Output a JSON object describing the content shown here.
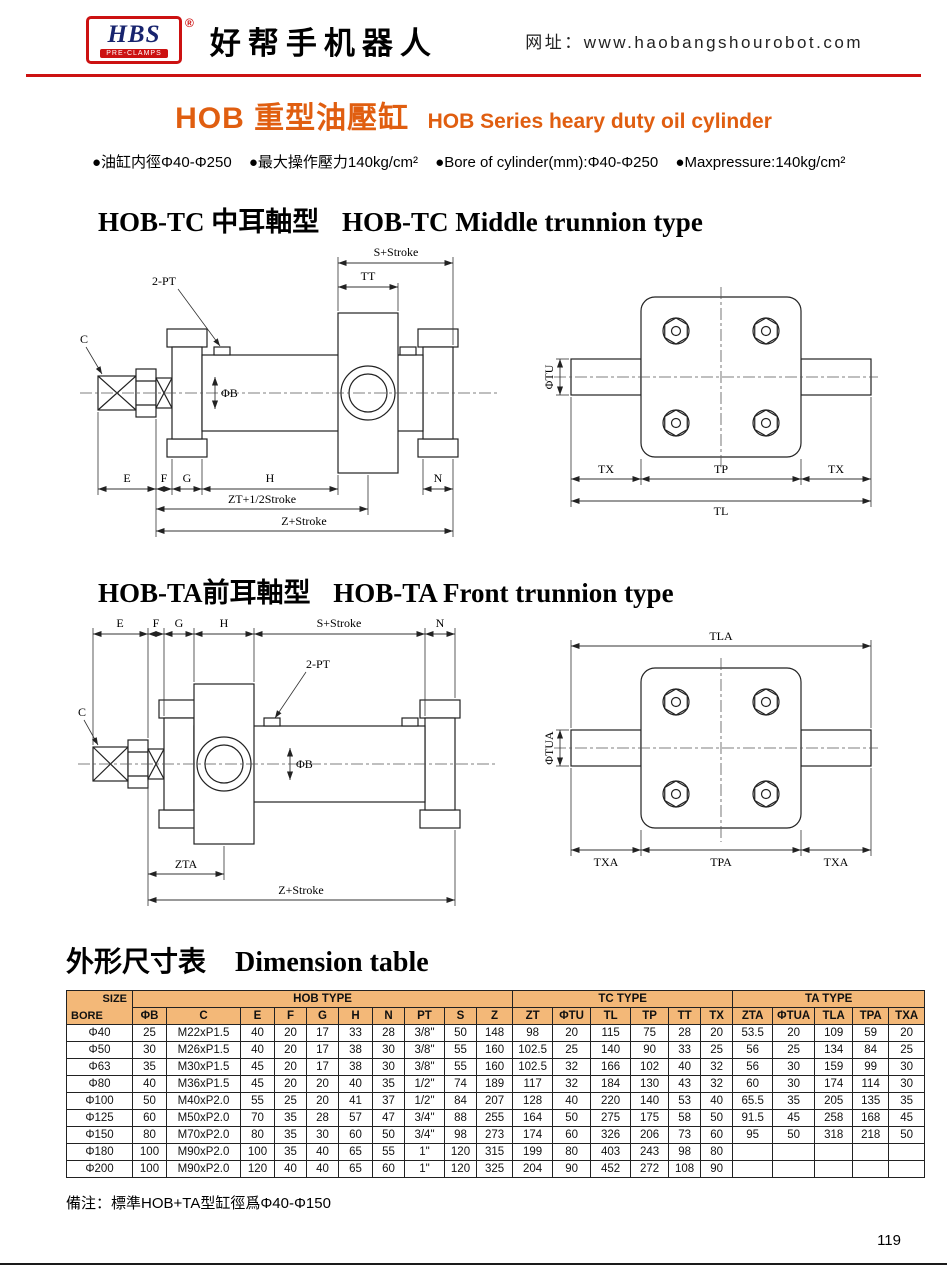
{
  "header": {
    "logo_text": "HBS",
    "logo_sub": "PRE-CLAMPS",
    "reg_mark": "®",
    "company": "好帮手机器人",
    "website": "网址：www.haobangshourobot.com"
  },
  "title": {
    "zh": "HOB 重型油壓缸",
    "en": "HOB Series heary duty oil cylinder"
  },
  "specs": [
    "●油缸内徑Φ40-Φ250",
    "●最大操作壓力140kg/cm²",
    "●Bore of cylinder(mm):Φ40-Φ250",
    "●Maxpressure:140kg/cm²"
  ],
  "sections": {
    "tc": {
      "heading_zh": "HOB-TC 中耳軸型",
      "heading_en": "HOB-TC Middle trunnion type",
      "side_labels": {
        "s_stroke": "S+Stroke",
        "tt": "TT",
        "pt": "2-PT",
        "c": "C",
        "phi_b": "ΦB",
        "e": "E",
        "f": "F",
        "g": "G",
        "h": "H",
        "n": "N",
        "zt": "ZT+1/2Stroke",
        "z": "Z+Stroke"
      },
      "end_labels": {
        "phi_tu": "ΦTU",
        "tx": "TX",
        "tp": "TP",
        "tl": "TL"
      }
    },
    "ta": {
      "heading_zh": "HOB-TA前耳軸型",
      "heading_en": "HOB-TA Front trunnion type",
      "side_labels": {
        "e": "E",
        "f": "F",
        "g": "G",
        "h": "H",
        "s_stroke": "S+Stroke",
        "n": "N",
        "pt": "2-PT",
        "c": "C",
        "phi_b": "ΦB",
        "zta": "ZTA",
        "z": "Z+Stroke"
      },
      "end_labels": {
        "tla": "TLA",
        "phi_tua": "ΦTUA",
        "txa": "TXA",
        "tpa": "TPA"
      }
    }
  },
  "table": {
    "title_zh": "外形尺寸表",
    "title_en": "Dimension table",
    "corner": {
      "top": "SIZE",
      "bottom": "BORE"
    },
    "groups": [
      {
        "label": "HOB TYPE",
        "span": 10
      },
      {
        "label": "TC TYPE",
        "span": 6
      },
      {
        "label": "TA TYPE",
        "span": 5
      }
    ],
    "columns": [
      "ΦB",
      "C",
      "E",
      "F",
      "G",
      "H",
      "N",
      "PT",
      "S",
      "Z",
      "ZT",
      "ΦTU",
      "TL",
      "TP",
      "TT",
      "TX",
      "ZTA",
      "ΦTUA",
      "TLA",
      "TPA",
      "TXA"
    ],
    "rows": [
      {
        "bore": "Φ40",
        "values": [
          "25",
          "M22xP1.5",
          "40",
          "20",
          "17",
          "33",
          "28",
          "3/8\"",
          "50",
          "148",
          "98",
          "20",
          "115",
          "75",
          "28",
          "20",
          "53.5",
          "20",
          "109",
          "59",
          "20"
        ]
      },
      {
        "bore": "Φ50",
        "values": [
          "30",
          "M26xP1.5",
          "40",
          "20",
          "17",
          "38",
          "30",
          "3/8\"",
          "55",
          "160",
          "102.5",
          "25",
          "140",
          "90",
          "33",
          "25",
          "56",
          "25",
          "134",
          "84",
          "25"
        ]
      },
      {
        "bore": "Φ63",
        "values": [
          "35",
          "M30xP1.5",
          "45",
          "20",
          "17",
          "38",
          "30",
          "3/8\"",
          "55",
          "160",
          "102.5",
          "32",
          "166",
          "102",
          "40",
          "32",
          "56",
          "30",
          "159",
          "99",
          "30"
        ]
      },
      {
        "bore": "Φ80",
        "values": [
          "40",
          "M36xP1.5",
          "45",
          "20",
          "20",
          "40",
          "35",
          "1/2\"",
          "74",
          "189",
          "117",
          "32",
          "184",
          "130",
          "43",
          "32",
          "60",
          "30",
          "174",
          "114",
          "30"
        ]
      },
      {
        "bore": "Φ100",
        "values": [
          "50",
          "M40xP2.0",
          "55",
          "25",
          "20",
          "41",
          "37",
          "1/2\"",
          "84",
          "207",
          "128",
          "40",
          "220",
          "140",
          "53",
          "40",
          "65.5",
          "35",
          "205",
          "135",
          "35"
        ]
      },
      {
        "bore": "Φ125",
        "values": [
          "60",
          "M50xP2.0",
          "70",
          "35",
          "28",
          "57",
          "47",
          "3/4\"",
          "88",
          "255",
          "164",
          "50",
          "275",
          "175",
          "58",
          "50",
          "91.5",
          "45",
          "258",
          "168",
          "45"
        ]
      },
      {
        "bore": "Φ150",
        "values": [
          "80",
          "M70xP2.0",
          "80",
          "35",
          "30",
          "60",
          "50",
          "3/4\"",
          "98",
          "273",
          "174",
          "60",
          "326",
          "206",
          "73",
          "60",
          "95",
          "50",
          "318",
          "218",
          "50"
        ]
      },
      {
        "bore": "Φ180",
        "values": [
          "100",
          "M90xP2.0",
          "100",
          "35",
          "40",
          "65",
          "55",
          "1\"",
          "120",
          "315",
          "199",
          "80",
          "403",
          "243",
          "98",
          "80",
          "",
          "",
          "",
          "",
          ""
        ]
      },
      {
        "bore": "Φ200",
        "values": [
          "100",
          "M90xP2.0",
          "120",
          "40",
          "40",
          "65",
          "60",
          "1\"",
          "120",
          "325",
          "204",
          "90",
          "452",
          "272",
          "108",
          "90",
          "",
          "",
          "",
          "",
          ""
        ]
      }
    ],
    "note": "備注：標準HOB+TA型缸徑爲Φ40-Φ150"
  },
  "footer": {
    "page_number": "119"
  },
  "colors": {
    "accent_red": "#cc1111",
    "title_orange": "#e05e10",
    "table_header_bg": "#f3b878"
  }
}
